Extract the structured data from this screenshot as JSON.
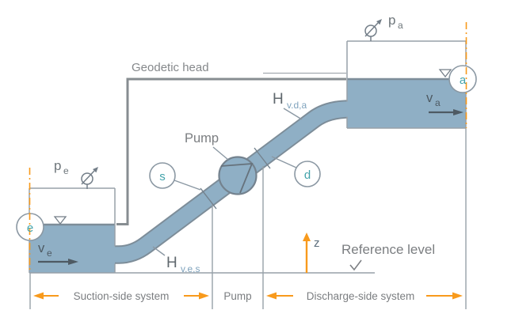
{
  "labels": {
    "geodetic_head": "Geodetic head",
    "pump": "Pump",
    "reference_level": "Reference level",
    "z": "z"
  },
  "symbols": {
    "p": "p",
    "v": "v",
    "H": "H",
    "sub_e": "e",
    "sub_a": "a",
    "sub_ves": "v.e,s",
    "sub_vda": "v.d,a"
  },
  "points": {
    "e": "e",
    "a": "a",
    "s": "s",
    "d": "d"
  },
  "sections": {
    "suction": "Suction-side system",
    "pump": "Pump",
    "discharge": "Discharge-side system"
  },
  "icons": {
    "pressure_gauge": "gauge-with-arrow-icon",
    "water_level": "nabla-level-icon",
    "reference_check": "check-mark-icon"
  },
  "colors": {
    "water": "#8fafc5",
    "pipe_outline": "#7d8d99",
    "accent_orange": "#f89a1c",
    "label_gray": "#7d8084",
    "point_teal": "#43a3ab",
    "subscript_blue": "#7fa3bd"
  }
}
